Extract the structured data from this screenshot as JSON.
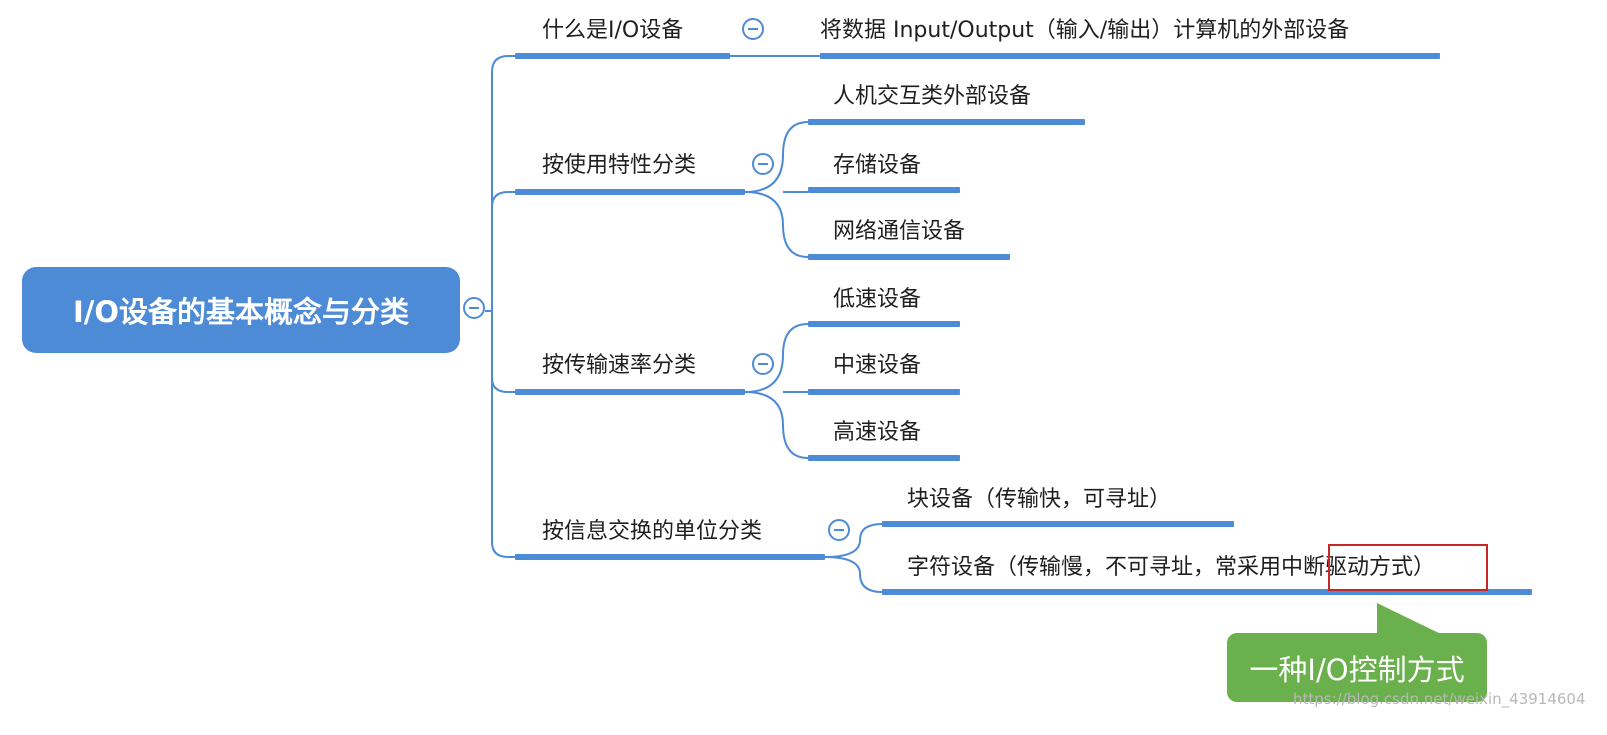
{
  "root": {
    "title": "I/O设备的基本概念与分类"
  },
  "branches": [
    {
      "label": "什么是I/O设备",
      "children": [
        "将数据 Input/Output（输入/输出）计算机的外部设备"
      ]
    },
    {
      "label": "按使用特性分类",
      "children": [
        "人机交互类外部设备",
        "存储设备",
        "网络通信设备"
      ]
    },
    {
      "label": "按传输速率分类",
      "children": [
        "低速设备",
        "中速设备",
        "高速设备"
      ]
    },
    {
      "label": "按信息交换的单位分类",
      "children": [
        "块设备（传输快，可寻址）",
        "字符设备（传输慢，不可寻址，常采用中断驱动方式）"
      ]
    }
  ],
  "annotation": {
    "callout": "一种I/O控制方式"
  },
  "watermark": "https://blog.csdn.net/weixin_43914604",
  "colors": {
    "branch": "#4e8bd6",
    "callout": "#6ab04c",
    "highlight": "#c62828"
  }
}
